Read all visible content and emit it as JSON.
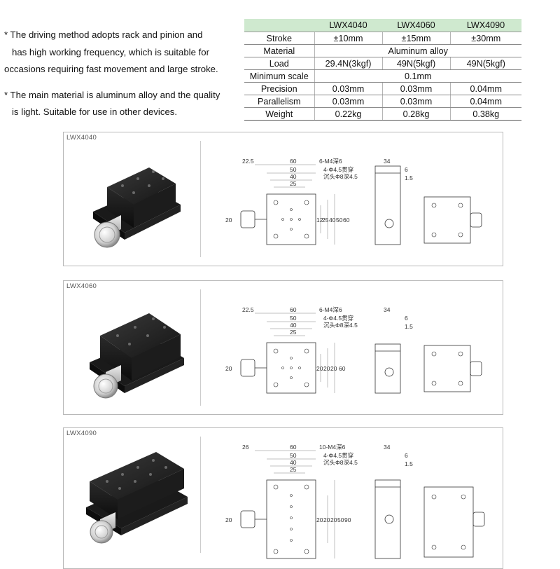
{
  "notes": [
    {
      "lines": [
        "* The driving method adopts rack and pinion and",
        "has high working frequency, which is suitable for",
        "occasions requiring fast movement and large stroke."
      ]
    },
    {
      "lines": [
        "* The main material is aluminum alloy and the quality",
        "is light. Suitable for use in other devices."
      ]
    }
  ],
  "spec": {
    "headers": [
      "",
      "LWX4040",
      "LWX4060",
      "LWX4090"
    ],
    "rows": [
      {
        "label": "Stroke",
        "values": [
          "±10mm",
          "±15mm",
          "±30mm"
        ]
      },
      {
        "label": "Material",
        "span": "Aluminum alloy"
      },
      {
        "label": "Load",
        "values": [
          "29.4N(3kgf)",
          "49N(5kgf)",
          "49N(5kgf)"
        ]
      },
      {
        "label": "Minimum scale",
        "span": "0.1mm"
      },
      {
        "label": "Precision",
        "values": [
          "0.03mm",
          "0.03mm",
          "0.04mm"
        ]
      },
      {
        "label": "Parallelism",
        "values": [
          "0.03mm",
          "0.03mm",
          "0.04mm"
        ]
      },
      {
        "label": "Weight",
        "values": [
          "0.22kg",
          "0.28kg",
          "0.38kg"
        ]
      }
    ]
  },
  "panels": [
    {
      "model": "LWX4040",
      "dims": {
        "left": "22.5",
        "d60": "60",
        "d50": "50",
        "d40": "40",
        "d25": "25",
        "knob": "20",
        "v1": "12",
        "v2": "25",
        "v3": "40",
        "v4": "50",
        "v5": "60",
        "side_w": "34",
        "side_6": "6",
        "side_15": "1.5"
      },
      "callouts": [
        "6-M4深6",
        "4-Φ4.5贯穿",
        "沉头Φ8深4.5"
      ]
    },
    {
      "model": "LWX4060",
      "dims": {
        "left": "22.5",
        "d60": "60",
        "d50": "50",
        "d40": "40",
        "d25": "25",
        "knob": "20",
        "v1": "20",
        "v2": "20",
        "v3": "20",
        "v4": "60",
        "side_w": "34",
        "side_6": "6",
        "side_15": "1.5"
      },
      "callouts": [
        "6-M4深6",
        "4-Φ4.5贯穿",
        "沉头Φ8深4.5"
      ]
    },
    {
      "model": "LWX4090",
      "dims": {
        "left": "26",
        "d60": "60",
        "d50": "50",
        "d40": "40",
        "d25": "25",
        "knob": "20",
        "v1": "20",
        "v2": "20",
        "v3": "20",
        "v4": "50",
        "v5": "90",
        "side_w": "34",
        "side_6": "6",
        "side_15": "1.5"
      },
      "callouts": [
        "10-M4深6",
        "4-Φ4.5贯穿",
        "沉头Φ8深4.5"
      ]
    }
  ]
}
